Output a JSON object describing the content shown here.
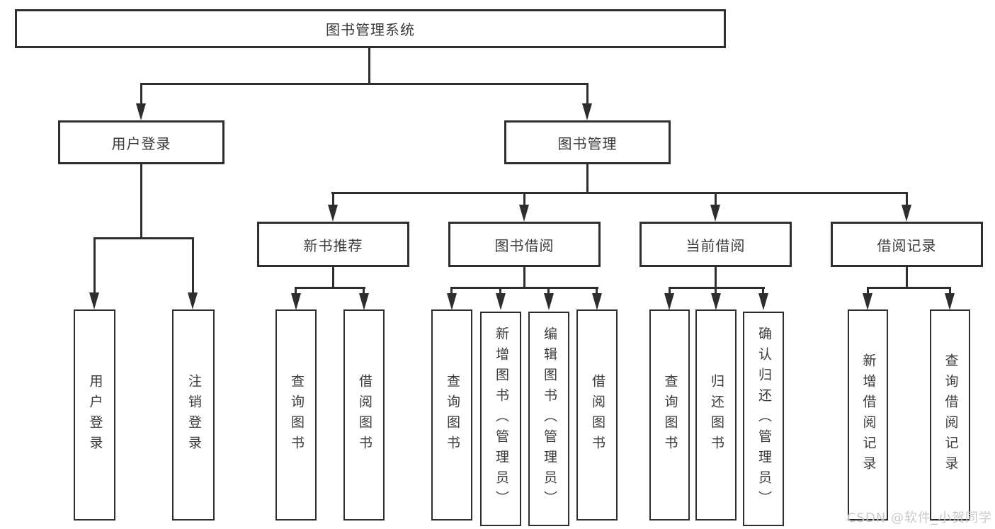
{
  "diagram": {
    "title_node": "图书管理系统",
    "user_branch": {
      "label": "用户登录",
      "children": [
        "用户登录",
        "注销登录"
      ]
    },
    "book_branch": {
      "label": "图书管理",
      "modules": [
        {
          "label": "新书推荐",
          "children": [
            "查询图书",
            "借阅图书"
          ]
        },
        {
          "label": "图书借阅",
          "children": [
            "查询图书",
            "新增图书（管理员）",
            "编辑图书（管理员）",
            "借阅图书"
          ]
        },
        {
          "label": "当前借阅",
          "children": [
            "查询图书",
            "归还图书",
            "确认归还（管理员）"
          ]
        },
        {
          "label": "借阅记录",
          "children": [
            "新增借阅记录",
            "查询借阅记录"
          ]
        }
      ]
    }
  },
  "watermark": "CSDN @软件_小贺同学",
  "colors": {
    "line": "#2e2e2e",
    "text": "#3a3a3a",
    "watermark": "#c9c9c9",
    "background": "#ffffff"
  }
}
